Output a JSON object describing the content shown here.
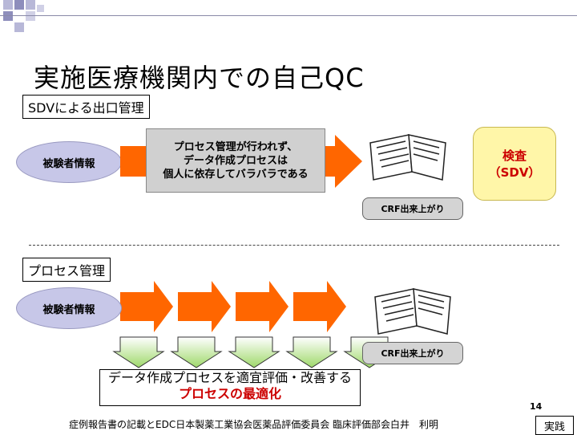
{
  "title": "実施医療機関内での自己QC",
  "top_section": {
    "label": "SDVによる出口管理",
    "subject_ellipse": "被験者情報",
    "process_box_lines": [
      "プロセス管理が行われず、",
      "データ作成プロセスは",
      "個人に依存してバラバラである"
    ],
    "inspection_lines": [
      "検査",
      "（SDV）"
    ],
    "crf_label": "CRF出来上がり"
  },
  "bottom_section": {
    "label": "プロセス管理",
    "subject_ellipse": "被験者情報",
    "crf_label": "CRF出来上がり",
    "optimization_line1": "データ作成プロセスを適宜評価・改善する",
    "optimization_line2": "プロセスの最適化"
  },
  "footer": "症例報告書の記載とEDC日本製薬工業協会医薬品評価委員会 臨床評価部会白井　利明",
  "page_number": "14",
  "corner_label": "実践",
  "colors": {
    "arrow_orange": "#ff6600",
    "ellipse_fill": "#c7c7e8",
    "green_gradient_top": "#ffffff",
    "green_gradient_bottom": "#9ed86a",
    "highlight_red": "#cc0000"
  }
}
